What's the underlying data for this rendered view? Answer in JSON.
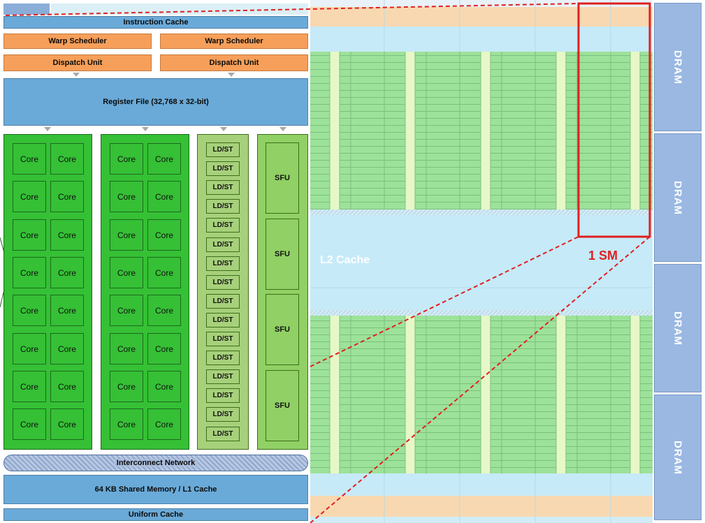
{
  "sm": {
    "instruction_cache": "Instruction Cache",
    "warp_scheduler_1": "Warp Scheduler",
    "warp_scheduler_2": "Warp Scheduler",
    "dispatch_unit_1": "Dispatch Unit",
    "dispatch_unit_2": "Dispatch Unit",
    "register_file": "Register File (32,768 x 32-bit)",
    "core_label": "Core",
    "ldst_label": "LD/ST",
    "sfu_label": "SFU",
    "interconnect": "Interconnect Network",
    "shared_memory": "64 KB Shared Memory / L1 Cache",
    "uniform_cache": "Uniform Cache"
  },
  "gpu": {
    "l2_cache": "L2 Cache",
    "sm_callout": "1 SM",
    "dram_labels": [
      "DRAM",
      "DRAM",
      "DRAM",
      "DRAM"
    ]
  },
  "colors": {
    "cache_blue": "#6aaad8",
    "scheduler_orange": "#f69f5a",
    "core_green": "#35c035",
    "ldst_green": "#a6d07a",
    "dram_blue": "#9ab8e2",
    "callout_red": "#e02020"
  }
}
